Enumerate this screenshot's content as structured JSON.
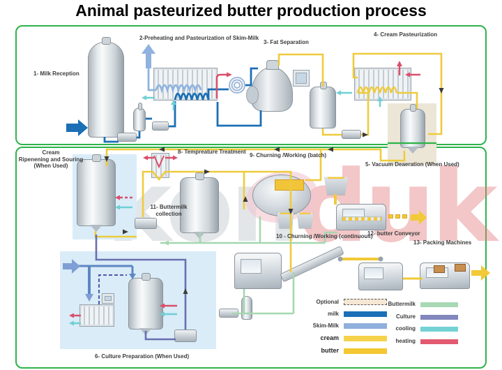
{
  "title": "Animal pasteurized butter production process",
  "watermark": {
    "gray": "kon",
    "red": "duk"
  },
  "labels": {
    "n1": "1- Milk Reception",
    "n2": "2-Preheating  and Pasteurization of Skim-Milk",
    "n3": "3- Fat Separation",
    "n4": "4- Cream Pasteurization",
    "n5": "5- Vacuum Deaeration  (When Used)",
    "n6": "6- Culture Preparation  (When Used)",
    "n7a": "Cream",
    "n7b": "Ripenening and  Souring",
    "n7c": "(When Used)",
    "n8": "8- Tempreature Treatment",
    "n9": "9- Churning /Working  (batch)",
    "n10": "10 - Churning /Working  (continuous)",
    "n11a": "11- Buttermilk",
    "n11b": "collection",
    "n12": "12- butter Conveyor",
    "n13": "13- Packing Machines"
  },
  "legend": {
    "left": [
      {
        "label": "Optional",
        "color": "#f5e7d3"
      },
      {
        "label": "milk",
        "color": "#1a70b8"
      },
      {
        "label": "Skim-Milk",
        "color": "#8fafdc"
      },
      {
        "label": "cream",
        "color": "#f5d24b"
      },
      {
        "label": "butter",
        "color": "#f3c832"
      }
    ],
    "right": [
      {
        "label": "Buttermilk",
        "color": "#a8d8b4"
      },
      {
        "label": "Culture",
        "color": "#8186bd"
      },
      {
        "label": "cooling",
        "color": "#74d2d4"
      },
      {
        "label": "heating",
        "color": "#e25a70"
      }
    ]
  },
  "colors": {
    "panel_border": "#2eb34a",
    "milk": "#1b6fb5",
    "skim_milk": "#8fb3de",
    "cream": "#eecb3d",
    "butter": "#f2c937",
    "buttermilk": "#a5d7b0",
    "culture": "#6a6fb0",
    "cooling": "#6fcfd4",
    "heating": "#d94f6b"
  }
}
